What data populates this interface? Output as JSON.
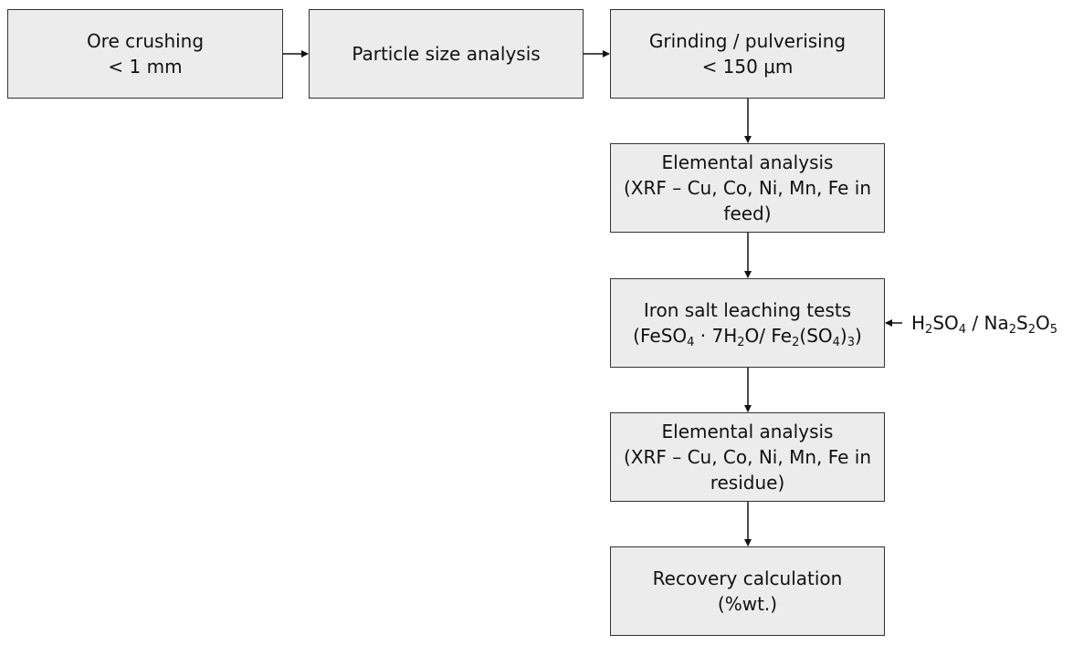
{
  "boxes": {
    "ore_crushing": {
      "line1": "Ore crushing",
      "line2": "< 1 mm"
    },
    "particle_size": {
      "line1": "Particle size analysis"
    },
    "grinding": {
      "line1": "Grinding / pulverising",
      "line2": "< 150 μm"
    },
    "elemental_feed": {
      "line1": "Elemental analysis",
      "line2": "(XRF – Cu, Co, Ni, Mn, Fe in",
      "line3": "feed)"
    },
    "leaching": {
      "line1": "Iron salt leaching tests",
      "line2": {
        "open": "(FeSO",
        "s1": "4",
        "dot": " · 7H",
        "s2": "2",
        "o": "O/ Fe",
        "s3": "2",
        "so": "(SO",
        "s4": "4",
        "close": ")",
        "s5": "3",
        "end": ")"
      }
    },
    "elemental_residue": {
      "line1": "Elemental analysis",
      "line2": "(XRF – Cu, Co, Ni, Mn, Fe in",
      "line3": "residue)"
    },
    "recovery": {
      "line1": "Recovery calculation",
      "line2": "(%wt.)"
    }
  },
  "reagents": {
    "h": "H",
    "s1": "2",
    "so": "SO",
    "s2": "4",
    "slash": " / Na",
    "s3": "2",
    "s": "S",
    "s4": "2",
    "o": "O",
    "s5": "5"
  }
}
